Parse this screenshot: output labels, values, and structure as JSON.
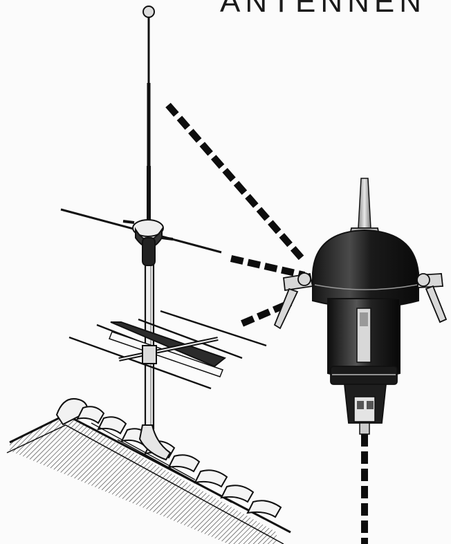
{
  "heading": "ANTENNEN",
  "illustration": {
    "subjects": [
      "roof-antenna-mast",
      "antenna-splitter-housing",
      "roof-tiles"
    ],
    "ink_color": "#111111",
    "paper_color": "#fbfbfb"
  }
}
